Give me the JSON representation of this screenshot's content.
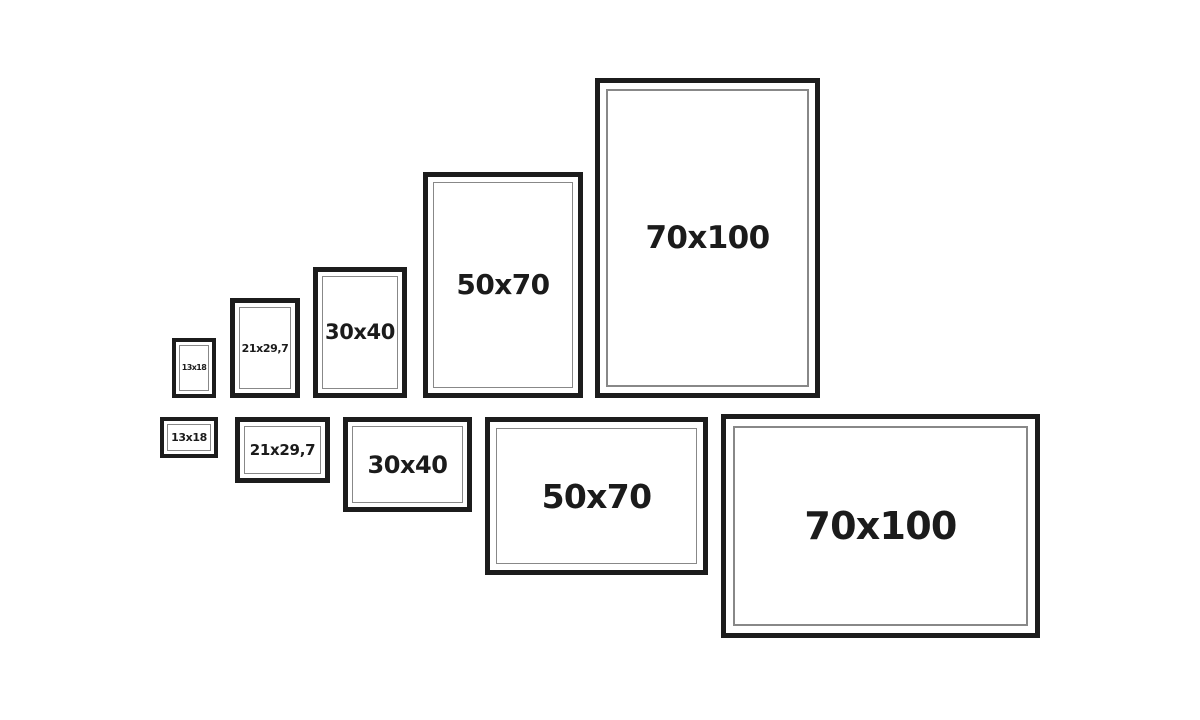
{
  "colors": {
    "background": "#ffffff",
    "frame_border": "#1c1c1c",
    "mat_line": "#888888",
    "label_text": "#1b1b1b"
  },
  "rows": {
    "portrait": {
      "orientation": "portrait",
      "frames": [
        {
          "label": "13x18"
        },
        {
          "label": "21x29,7"
        },
        {
          "label": "30x40"
        },
        {
          "label": "50x70"
        },
        {
          "label": "70x100"
        }
      ]
    },
    "landscape": {
      "orientation": "landscape",
      "frames": [
        {
          "label": "13x18"
        },
        {
          "label": "21x29,7"
        },
        {
          "label": "30x40"
        },
        {
          "label": "50x70"
        },
        {
          "label": "70x100"
        }
      ]
    }
  }
}
